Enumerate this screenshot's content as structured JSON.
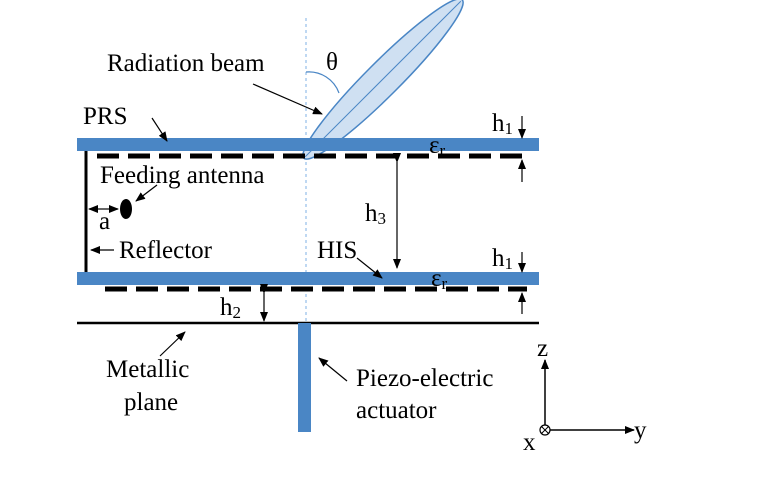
{
  "labels": {
    "radiation_beam": "Radiation beam",
    "theta": "θ",
    "prs": "PRS",
    "h1_top": "h",
    "h1_top_sub": "1",
    "eps_top": "ε",
    "eps_top_sub": "r",
    "feeding_antenna": "Feeding antenna",
    "a": "a",
    "h3": "h",
    "h3_sub": "3",
    "reflector": "Reflector",
    "his": "HIS",
    "h1_bottom": "h",
    "h1_bottom_sub": "1",
    "eps_bottom": "ε",
    "eps_bottom_sub": "r",
    "h2": "h",
    "h2_sub": "2",
    "metallic_plane_line1": "Metallic",
    "metallic_plane_line2": "plane",
    "piezo_line1": "Piezo-electric",
    "piezo_line2": "actuator",
    "axis_z": "z",
    "axis_y": "y",
    "axis_x": "x"
  },
  "colors": {
    "layer_blue": "#4a86c5",
    "beam_fill": "#cfe0f2",
    "beam_stroke": "#4a86c5",
    "axis_dashed": "#7fb2e5",
    "ink": "#000000"
  }
}
